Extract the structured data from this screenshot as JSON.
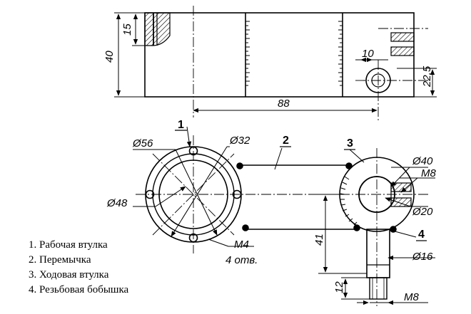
{
  "dimensions": {
    "h40": "40",
    "h15": "15",
    "w10": "10",
    "h22_5": "22,5",
    "w88": "88",
    "d56": "Ø56",
    "d32": "Ø32",
    "d48": "Ø48",
    "m4": "M4",
    "holes": "4 отв.",
    "d40": "Ø40",
    "m8_top": "M8",
    "d20": "Ø20",
    "d16": "Ø16",
    "h41": "41",
    "h12": "12",
    "m8_bottom": "M8"
  },
  "callouts": {
    "c1": "1",
    "c2": "2",
    "c3": "3",
    "c4": "4"
  },
  "legend": [
    "1. Рабочая втулка",
    "2. Перемычка",
    "3. Ходовая втулка",
    "4. Резьбовая бобышка"
  ]
}
